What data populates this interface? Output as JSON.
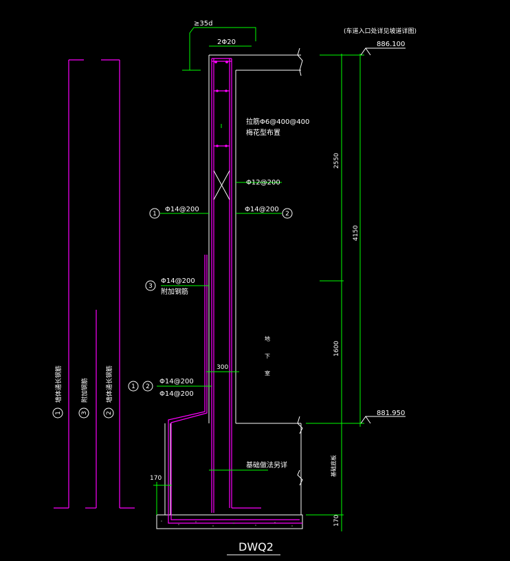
{
  "drawing": {
    "title": "DWQ2",
    "colors": {
      "background": "#000000",
      "outline": "#ffffff",
      "rebar": "#ff00ff",
      "dimension": "#00ff00",
      "text": "#ffffff"
    },
    "annotations": {
      "anchor_length": "≥35d",
      "top_bars": "2Φ20",
      "tie_bars": "拉筋Φ6@400@400",
      "tie_bars_note": "梅花型布置",
      "diagonal_bars": "Φ12@200",
      "bar1": "Φ14@200",
      "bar2": "Φ14@200",
      "bar3": "Φ14@200",
      "bar3_note": "附加钢筋",
      "lower_bar_a": "Φ14@200",
      "lower_bar_b": "Φ14@200",
      "wall_thickness": "300",
      "foundation_note": "基础做法另详",
      "foundation_label": "基础底板",
      "basement_label": "地下室",
      "basement_chars": [
        "地",
        "下",
        "室"
      ],
      "top_note": "(车道入口处详见坡道详图)",
      "left_dim": "170",
      "right_bottom_dim": "170"
    },
    "elevations": {
      "top": "886.100",
      "bottom": "881.950"
    },
    "dimensions": {
      "upper": "2550",
      "lower": "1600",
      "total": "4150"
    },
    "markers": {
      "m1": "1",
      "m2": "2",
      "m3": "3",
      "m1b": "1",
      "m2b": "2"
    },
    "legend": [
      {
        "num": "1",
        "text": "墙体通长钢筋"
      },
      {
        "num": "3",
        "text": "附加钢筋"
      },
      {
        "num": "2",
        "text": "墙体通长钢筋"
      }
    ]
  }
}
